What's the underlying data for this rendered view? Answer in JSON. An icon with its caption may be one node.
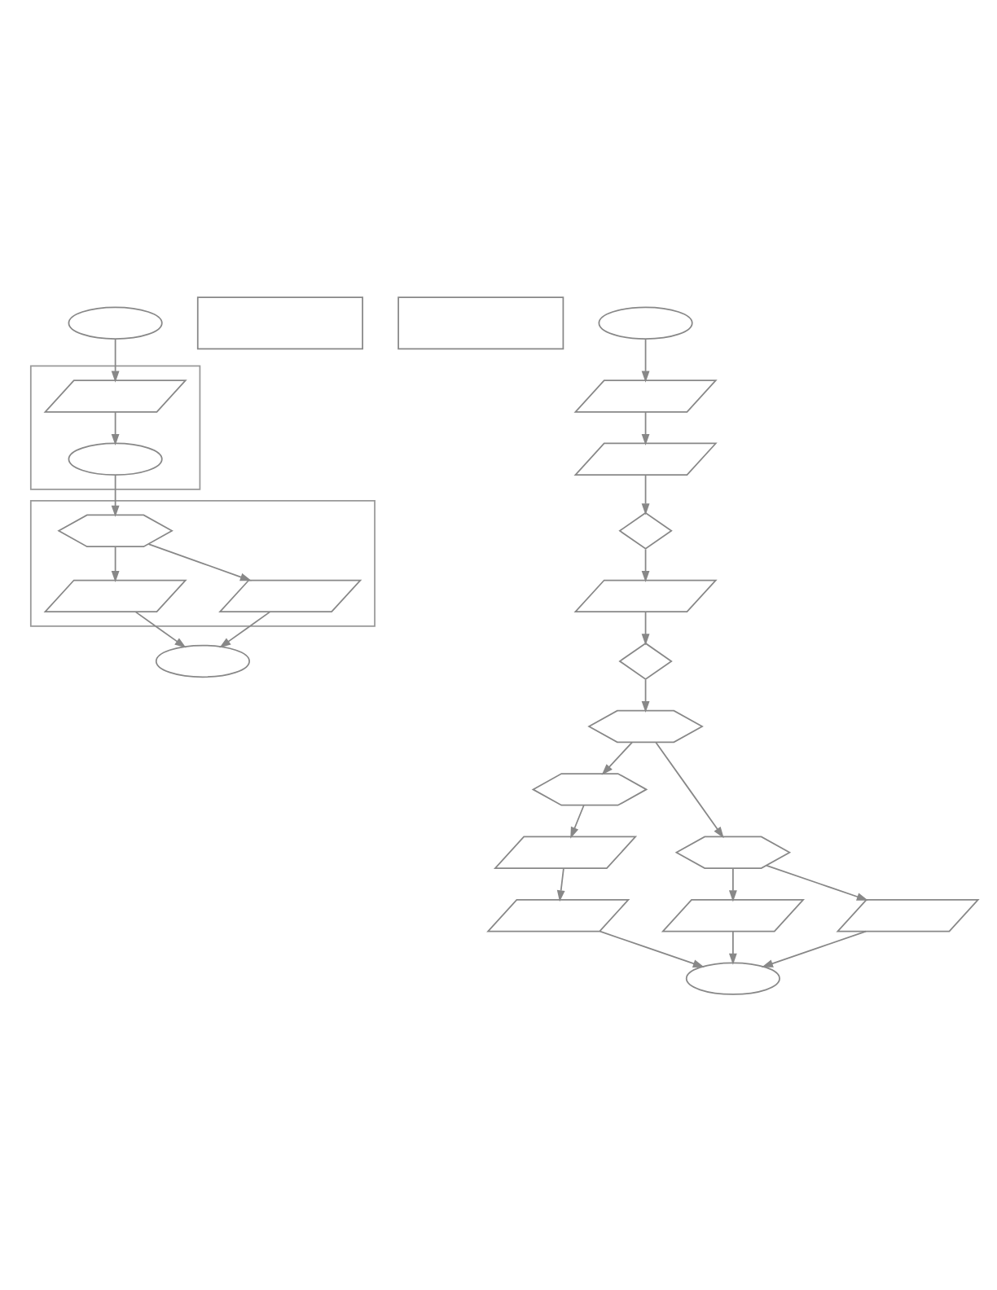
{
  "diagram": {
    "nodes": [
      {
        "text": [],
        "shape": "ellipse"
      },
      {
        "text": [],
        "shape": "box"
      },
      {
        "text": [],
        "shape": "parallelogram",
        "in": 1
      },
      {
        "text": [],
        "shape": "ellipse",
        "in": 1
      },
      {
        "text": [],
        "shape": "box"
      },
      {
        "text": [],
        "shape": "hexagon",
        "in": 4
      },
      {
        "text": [],
        "shape": "parallelogram",
        "in": 4
      },
      {
        "text": [],
        "shape": "parallelogram",
        "in": 4
      },
      {
        "text": [],
        "shape": "ellipse"
      },
      {
        "text": [],
        "shape": "box"
      },
      {
        "text": [],
        "shape": "box"
      },
      {
        "text": [],
        "shape": "ellipse"
      },
      {
        "text": [],
        "shape": "parallelogram"
      },
      {
        "text": [],
        "shape": "parallelogram"
      },
      {
        "text": [],
        "shape": "diamond"
      },
      {
        "text": [],
        "shape": "parallelogram"
      },
      {
        "text": [],
        "shape": "diamond"
      },
      {
        "text": [],
        "shape": "hexagon"
      },
      {
        "text": [],
        "shape": "hexagon"
      },
      {
        "text": [],
        "shape": "parallelogram"
      },
      {
        "text": [],
        "shape": "parallelogram"
      },
      {
        "text": [],
        "shape": "hexagon"
      },
      {
        "text": [],
        "shape": "parallelogram"
      },
      {
        "text": [],
        "shape": "parallelogram"
      },
      {
        "text": [],
        "shape": "ellipse"
      }
    ],
    "edges": [
      {
        "from": 0,
        "to": 2,
        "arrow": "to"
      },
      {
        "from": 2,
        "to": 3,
        "arrow": "to"
      },
      {
        "from": 3,
        "to": 5,
        "arrow": "to"
      },
      {
        "from": 5,
        "to": 6,
        "arrow": "to"
      },
      {
        "from": 5,
        "to": 7,
        "arrow": "to"
      },
      {
        "from": 6,
        "to": 8,
        "arrow": "to"
      },
      {
        "from": 7,
        "to": 8,
        "arrow": "to"
      },
      {
        "from": 11,
        "to": 12,
        "arrow": "to"
      },
      {
        "from": 12,
        "to": 13,
        "arrow": "to"
      },
      {
        "from": 13,
        "to": 14,
        "arrow": "to"
      },
      {
        "from": 14,
        "to": 15,
        "arrow": "to"
      },
      {
        "from": 15,
        "to": 16,
        "arrow": "to"
      },
      {
        "from": 16,
        "to": 17,
        "arrow": "to"
      },
      {
        "from": 17,
        "to": 18,
        "arrow": "to"
      },
      {
        "from": 17,
        "to": 21,
        "arrow": "to"
      },
      {
        "from": 18,
        "to": 19,
        "arrow": "to"
      },
      {
        "from": 19,
        "to": 20,
        "arrow": "to"
      },
      {
        "from": 20,
        "to": 24,
        "arrow": "to"
      },
      {
        "from": 21,
        "to": 22,
        "arrow": "to"
      },
      {
        "from": 21,
        "to": 23,
        "arrow": "to"
      },
      {
        "from": 22,
        "to": 24,
        "arrow": "to"
      },
      {
        "from": 23,
        "to": 24,
        "arrow": "to"
      }
    ]
  }
}
